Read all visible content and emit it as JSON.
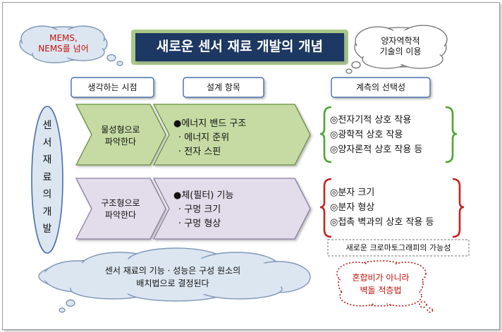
{
  "title": "새로운 센서 재료 개발의 개념",
  "clouds": {
    "top_left": [
      "MEMS,",
      "NEMS를 넘어"
    ],
    "top_right": [
      "양자역학적",
      "기술의 이용"
    ],
    "bottom_left": [
      "센서 재료의 기능 · 성능은 구성 원소의",
      "배치법으로 결정된다"
    ],
    "bottom_right": [
      "혼합비가 아니라",
      "벽돌 적층법"
    ]
  },
  "headers": {
    "col1": "생각하는 시점",
    "col2": "설계 항목",
    "col3": "계측의 선택성"
  },
  "side_label": [
    "센",
    "서",
    "재",
    "료",
    "의",
    "개",
    "발"
  ],
  "rows": [
    {
      "viewpoint": [
        "물성형으로",
        "파악한다"
      ],
      "design_items": [
        "●에너지 밴드 구조",
        "· 에너지 준위",
        "· 전자 스핀"
      ],
      "selectivity": [
        "◎전자기적 상호 작용",
        "◎광학적 상호 작용",
        "◎양자론적 상호 작용 등"
      ],
      "brace_color": "#4aa832",
      "chevron_color": "#c5dba3"
    },
    {
      "viewpoint": [
        "구조형으로",
        "파악한다"
      ],
      "design_items": [
        "●체(필터) 기능",
        "· 구멍 크기",
        "· 구멍 형상"
      ],
      "selectivity": [
        "◎분자 크기",
        "◎분자 형상",
        "◎접촉 벽과의 상호 작용 등"
      ],
      "brace_color": "#c8231f",
      "chevron_color": "#e3dcea"
    }
  ],
  "note": "새로운 크로마토그래피의 가능성",
  "colors": {
    "title_bg": "#1f3864",
    "title_border": "#a8c987",
    "cloud_fill": "#dce6f1",
    "cloud_stroke": "#7f97b8",
    "accent_red": "#c0140c",
    "oval_fill": "#dce6f1"
  }
}
